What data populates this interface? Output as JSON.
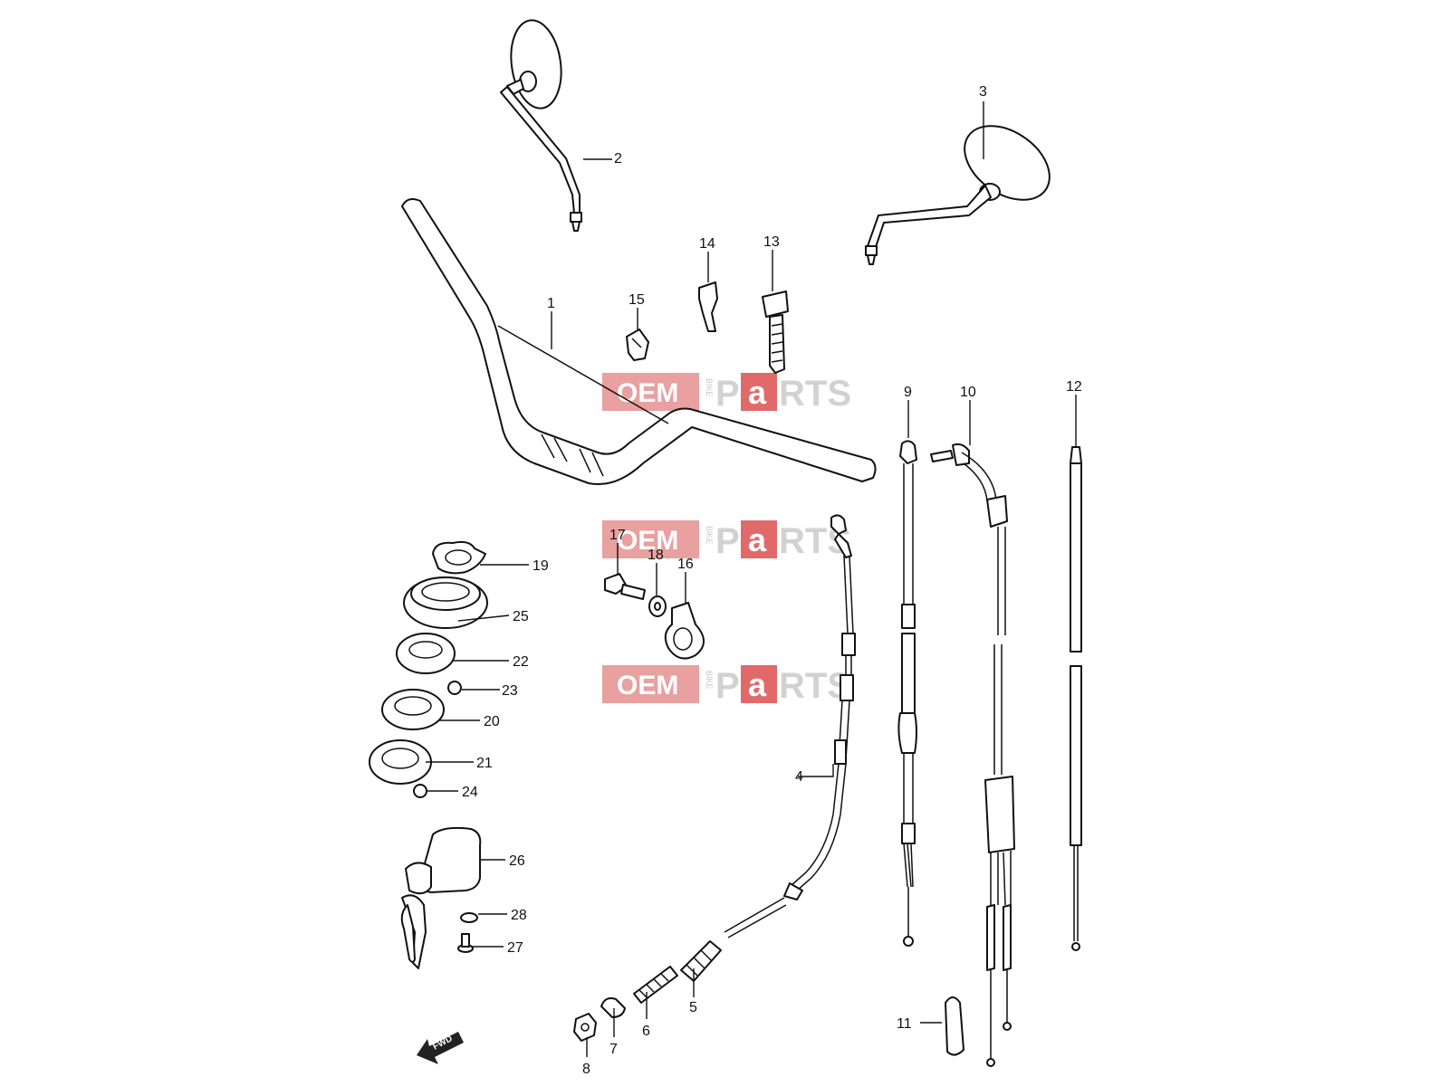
{
  "watermark": {
    "oem": "OEM",
    "bike": "BIKE",
    "p": "P",
    "a": "a",
    "rts": "RTS",
    "colors": {
      "oem_block": "#e8a0a0",
      "a_block": "#e06a6a",
      "letters": "#d2d2d2"
    }
  },
  "fwd_label": "FWD",
  "callouts": {
    "c1": "1",
    "c2": "2",
    "c3": "3",
    "c4": "4",
    "c5": "5",
    "c6": "6",
    "c7": "7",
    "c8": "8",
    "c9": "9",
    "c10": "10",
    "c11": "11",
    "c12": "12",
    "c13": "13",
    "c14": "14",
    "c15": "15",
    "c16": "16",
    "c17": "17",
    "c18": "18",
    "c19": "19",
    "c20": "20",
    "c21": "21",
    "c22": "22",
    "c23": "23",
    "c24": "24",
    "c25": "25",
    "c26": "26",
    "c27": "27",
    "c28": "28"
  }
}
